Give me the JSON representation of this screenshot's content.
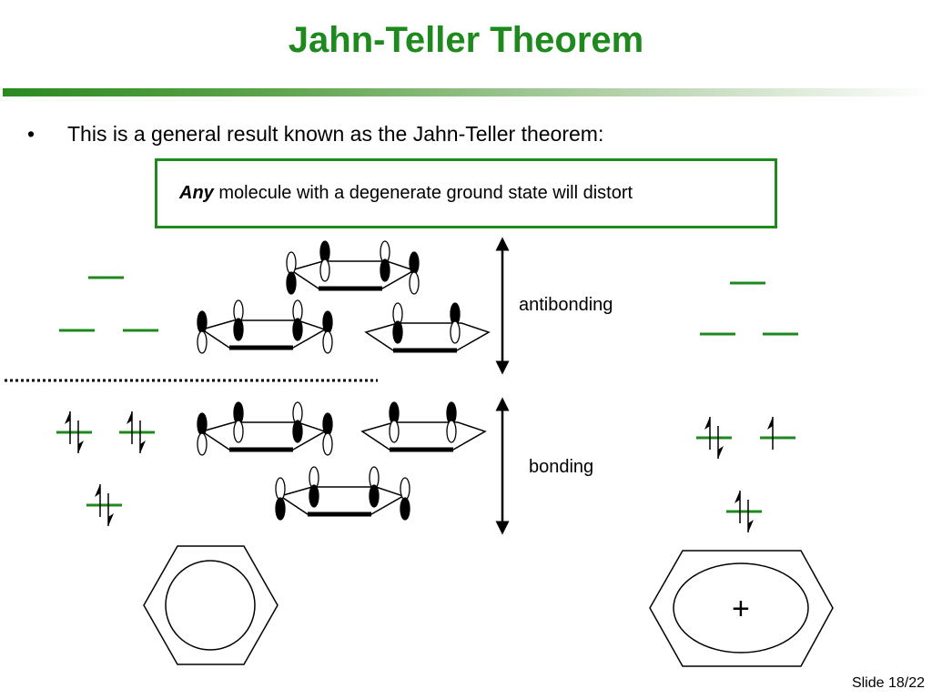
{
  "title": "Jahn-Teller Theorem",
  "bullet": {
    "marker": "•",
    "text": "This is a general result known as the Jahn-Teller theorem:"
  },
  "callout": {
    "emphasis": "Any",
    "rest": " molecule with a degenerate ground state will distort"
  },
  "labels": {
    "antibonding": "antibonding",
    "bonding": "bonding",
    "cation_charge": "+"
  },
  "footer": {
    "slide": "Slide 18/22"
  },
  "colors": {
    "title": "#1e8a1e",
    "level": "#1e8a1e",
    "border": "#1e8a1e"
  }
}
